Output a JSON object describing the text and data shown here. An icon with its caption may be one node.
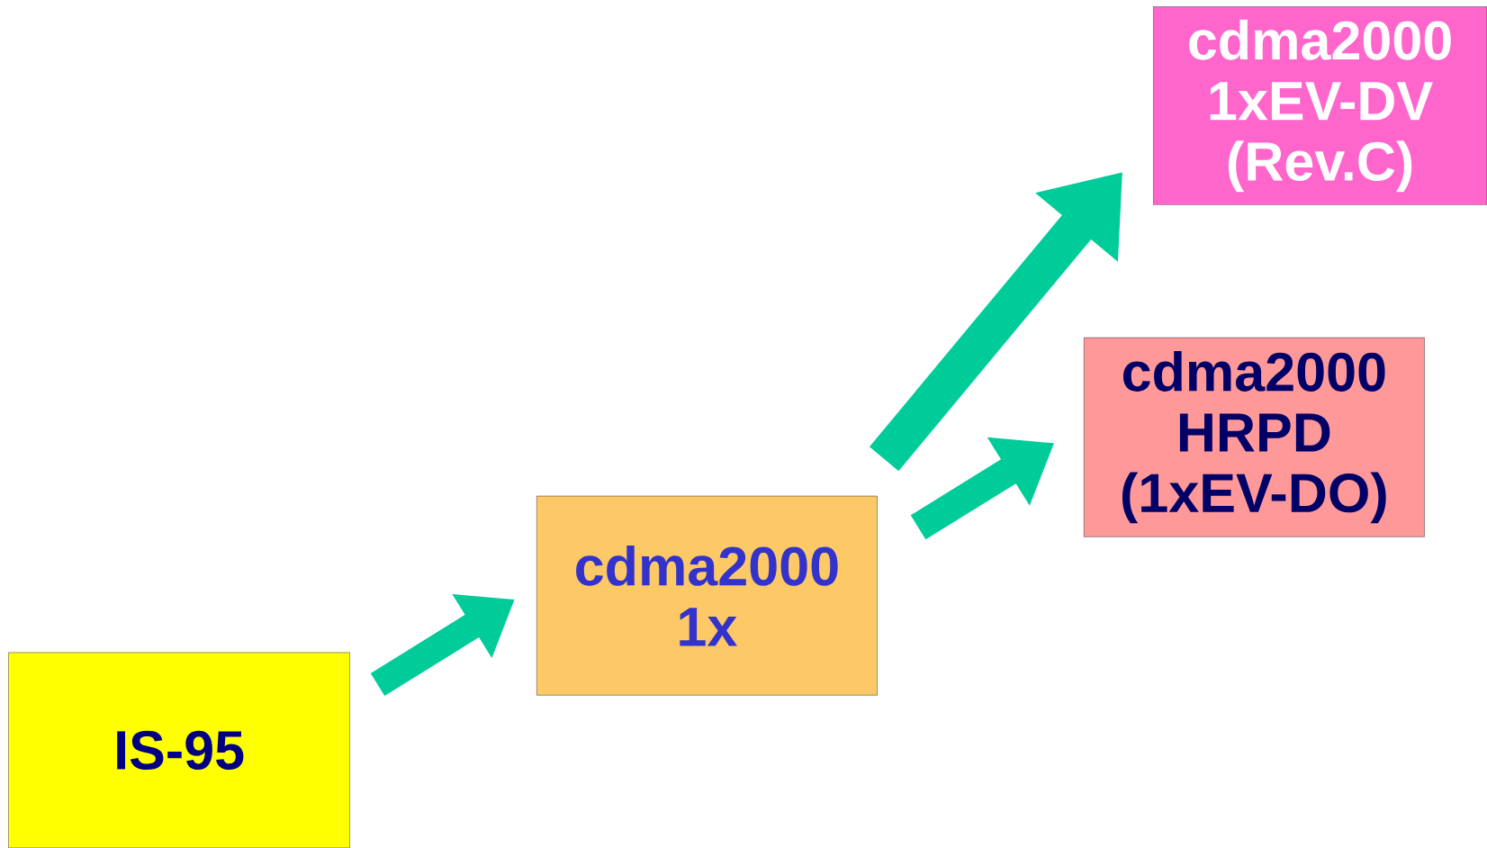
{
  "diagram": {
    "nodes": [
      {
        "text": [
          "IS-95"
        ]
      },
      {
        "text": [
          "cdma2000 1x"
        ]
      },
      {
        "text": [
          "cdma2000 HRPD (1xEV-DO)"
        ]
      },
      {
        "text": [
          "cdma2000 1xEV-DV (Rev.C)"
        ]
      }
    ],
    "edges": [
      {
        "from": 0,
        "to": 1,
        "arrow": "to"
      },
      {
        "from": 1,
        "to": 3,
        "arrow": "to"
      },
      {
        "from": 1,
        "to": 2,
        "arrow": "to"
      }
    ]
  }
}
